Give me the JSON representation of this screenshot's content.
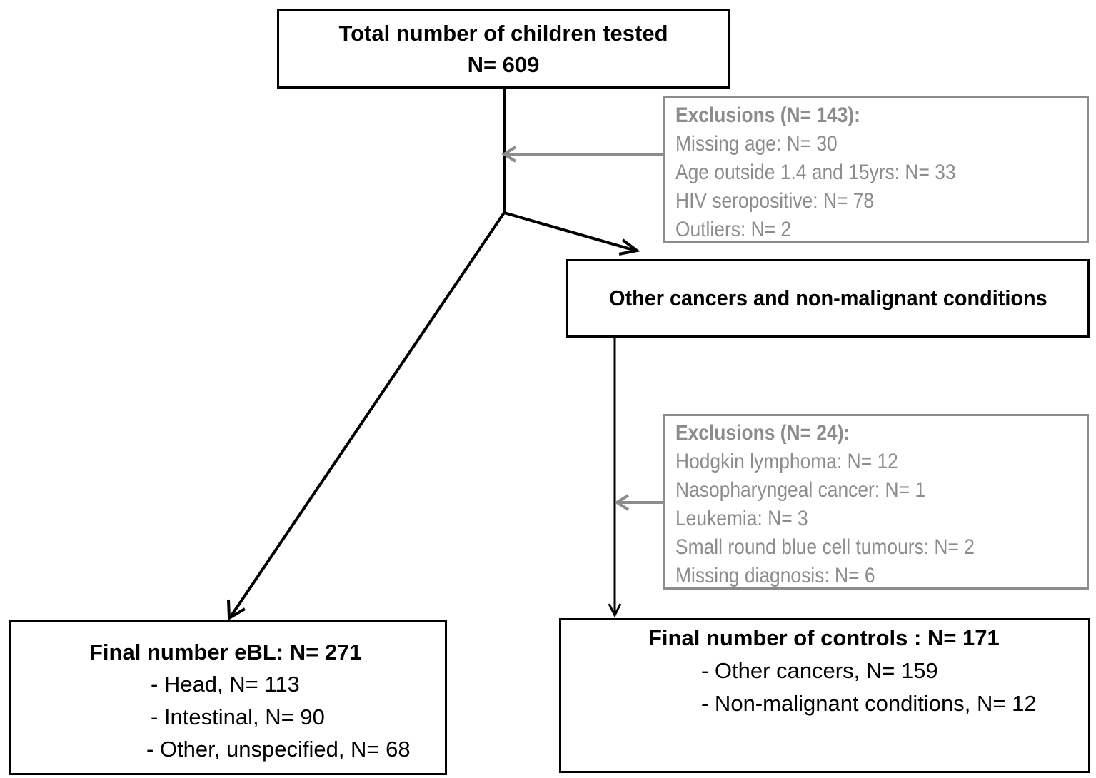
{
  "total": {
    "title": "Total number of children tested",
    "count": "N= 609"
  },
  "exclusions1": {
    "title": "Exclusions (N= 143):",
    "items": [
      "Missing age: N= 30",
      "Age outside 1.4 and 15yrs: N= 33",
      "HIV seropositive: N= 78",
      "Outliers: N= 2"
    ]
  },
  "other_conditions": {
    "title": "Other cancers and non-malignant conditions"
  },
  "exclusions2": {
    "title": "Exclusions (N= 24):",
    "items": [
      "Hodgkin lymphoma: N= 12",
      "Nasopharyngeal cancer: N= 1",
      "Leukemia: N= 3",
      "Small round blue cell tumours: N= 2",
      "Missing diagnosis: N= 6"
    ]
  },
  "ebl": {
    "title": "Final number eBL: ",
    "count": "N= 271",
    "items": [
      "- Head, N= 113",
      "- Intestinal, N= 90",
      "- Other, unspecified, N= 68"
    ]
  },
  "controls": {
    "title": "Final number of controls : ",
    "count": "N= 171",
    "items": [
      "- Other cancers, N= 159",
      "- Non-malignant conditions, N= 12"
    ]
  },
  "colors": {
    "main": "#000000",
    "exclusion": "#8c8c8c"
  }
}
